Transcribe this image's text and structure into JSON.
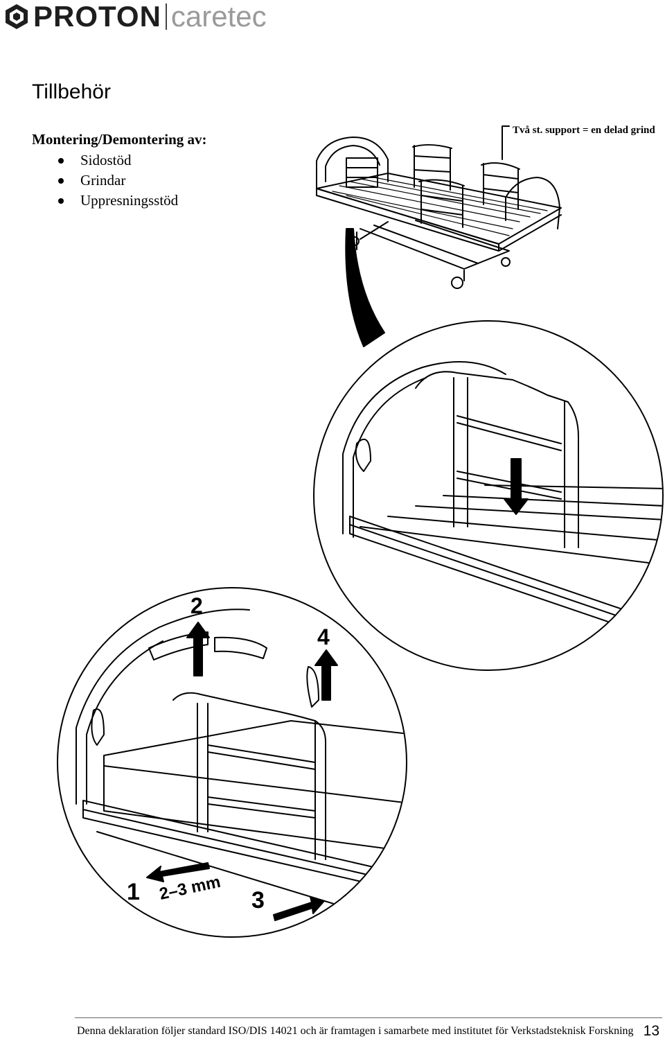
{
  "brand": {
    "name": "PROTON",
    "product": "caretec"
  },
  "title": "Tillbehör",
  "subheading": "Montering/Demontering av:",
  "items": [
    "Sidostöd",
    "Grindar",
    "Uppresningsstöd"
  ],
  "figure": {
    "caption": "Två st. support = en delad grind",
    "callouts": {
      "step1": "1",
      "gap": "2–3 mm",
      "step2": "2",
      "step3": "3",
      "step4": "4"
    }
  },
  "footer": {
    "text": "Denna deklaration följer standard ISO/DIS 14021 och är framtagen i samarbete med institutet för Verkstadsteknisk Forskning",
    "page": "13"
  }
}
